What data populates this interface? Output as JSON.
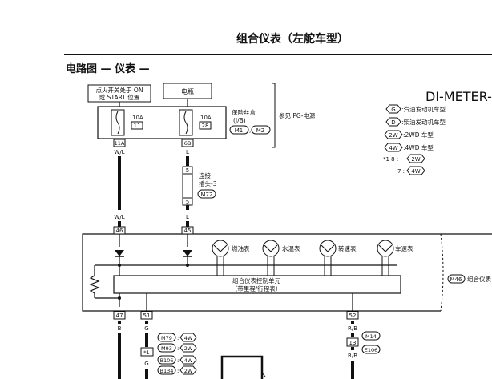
{
  "page_title": "组合仪表（左舵车型）",
  "section_title": "电路图 — 仪表 —",
  "diagram_id": "DI-METER-",
  "power": {
    "ign_label_line1": "点火开关处于 ON",
    "ign_label_line2": "或 START 位置",
    "battery_label": "电瓶",
    "fuse_box_line1": "保险丝盒",
    "fuse_box_line2": "(J/B)",
    "fuse_ref": "参见 PG-电源",
    "fuse1_amp": "10A",
    "fuse1_no": "11",
    "fuse2_amp": "10A",
    "fuse2_no": "28",
    "conn_m1": "M1",
    "conn_m2": "M2",
    "pin_11a": "11A",
    "pin_6b": "6B"
  },
  "legend": {
    "g_code": "G",
    "g_text": ":汽油发动机车型",
    "d_code": "D",
    "d_text": ":柴油发动机车型",
    "2w_code": "2W",
    "2w_text": ":2WD 车型",
    "4w_code": "4W",
    "4w_text": ":4WD 车型",
    "star_line1": "*1  8 :",
    "star_line1_code": "2W",
    "star_line2": "7 :",
    "star_line2_code": "4W"
  },
  "wires": {
    "wl_top": "W/L",
    "l_top": "L",
    "wl_mid": "W/L",
    "l_mid": "L",
    "b": "B",
    "g1": "G",
    "g2": "G",
    "rb1": "R/B",
    "rb2": "R/B"
  },
  "connector3": {
    "pin_top": "5",
    "pin_bot": "5",
    "label_line1": "连接",
    "label_line2": "插头-3",
    "code": "M72"
  },
  "meter": {
    "pin_46": "46",
    "pin_45": "45",
    "pin_47": "47",
    "pin_51": "51",
    "pin_52": "52",
    "gauge1": "燃油表",
    "gauge2": "水温表",
    "gauge3": "转速表",
    "gauge4": "车速表",
    "unit_line1": "组合仪表控制单元",
    "unit_line2": "（带里程/行程表）",
    "side_code": "M46",
    "side_text": "组合仪表"
  },
  "lower": {
    "star1": "*1",
    "pin_13": "13",
    "m79": "M79",
    "m79_t": "4W",
    "m93": "M93",
    "m93_t": "2W",
    "b106": "B106",
    "b106_t": "4W",
    "b134": "B134",
    "b134_t": "2W",
    "m14": "M14",
    "e106": "E106"
  }
}
